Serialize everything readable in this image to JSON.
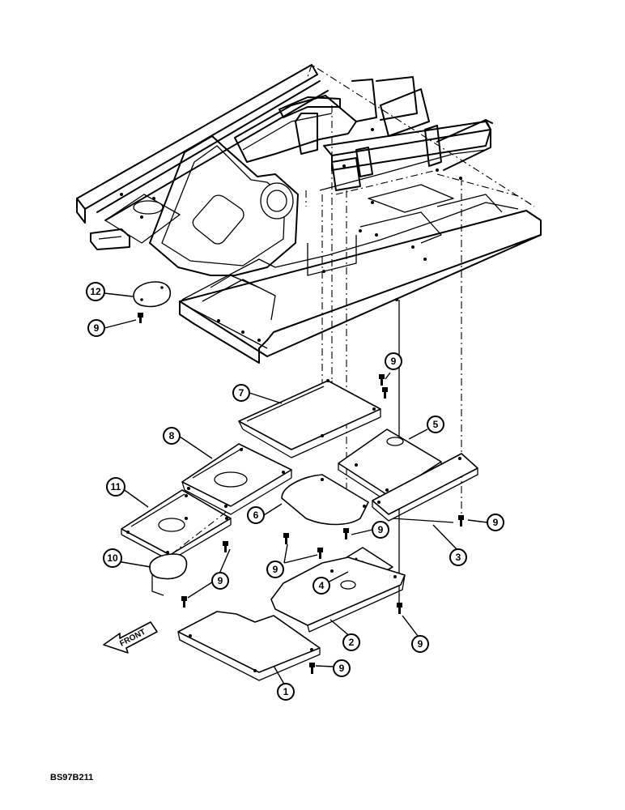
{
  "drawing": {
    "code": "BS97B211",
    "front_label": "FRONT"
  },
  "callouts": [
    {
      "id": "c1",
      "num": "1"
    },
    {
      "id": "c2",
      "num": "2"
    },
    {
      "id": "c3",
      "num": "3"
    },
    {
      "id": "c4",
      "num": "4"
    },
    {
      "id": "c5",
      "num": "5"
    },
    {
      "id": "c6",
      "num": "6"
    },
    {
      "id": "c7",
      "num": "7"
    },
    {
      "id": "c8",
      "num": "8"
    },
    {
      "id": "c9a",
      "num": "9"
    },
    {
      "id": "c9b",
      "num": "9"
    },
    {
      "id": "c9c",
      "num": "9"
    },
    {
      "id": "c9d",
      "num": "9"
    },
    {
      "id": "c9e",
      "num": "9"
    },
    {
      "id": "c9f",
      "num": "9"
    },
    {
      "id": "c9g",
      "num": "9"
    },
    {
      "id": "c9h",
      "num": "9"
    },
    {
      "id": "c10",
      "num": "10"
    },
    {
      "id": "c11",
      "num": "11"
    },
    {
      "id": "c12",
      "num": "12"
    }
  ]
}
